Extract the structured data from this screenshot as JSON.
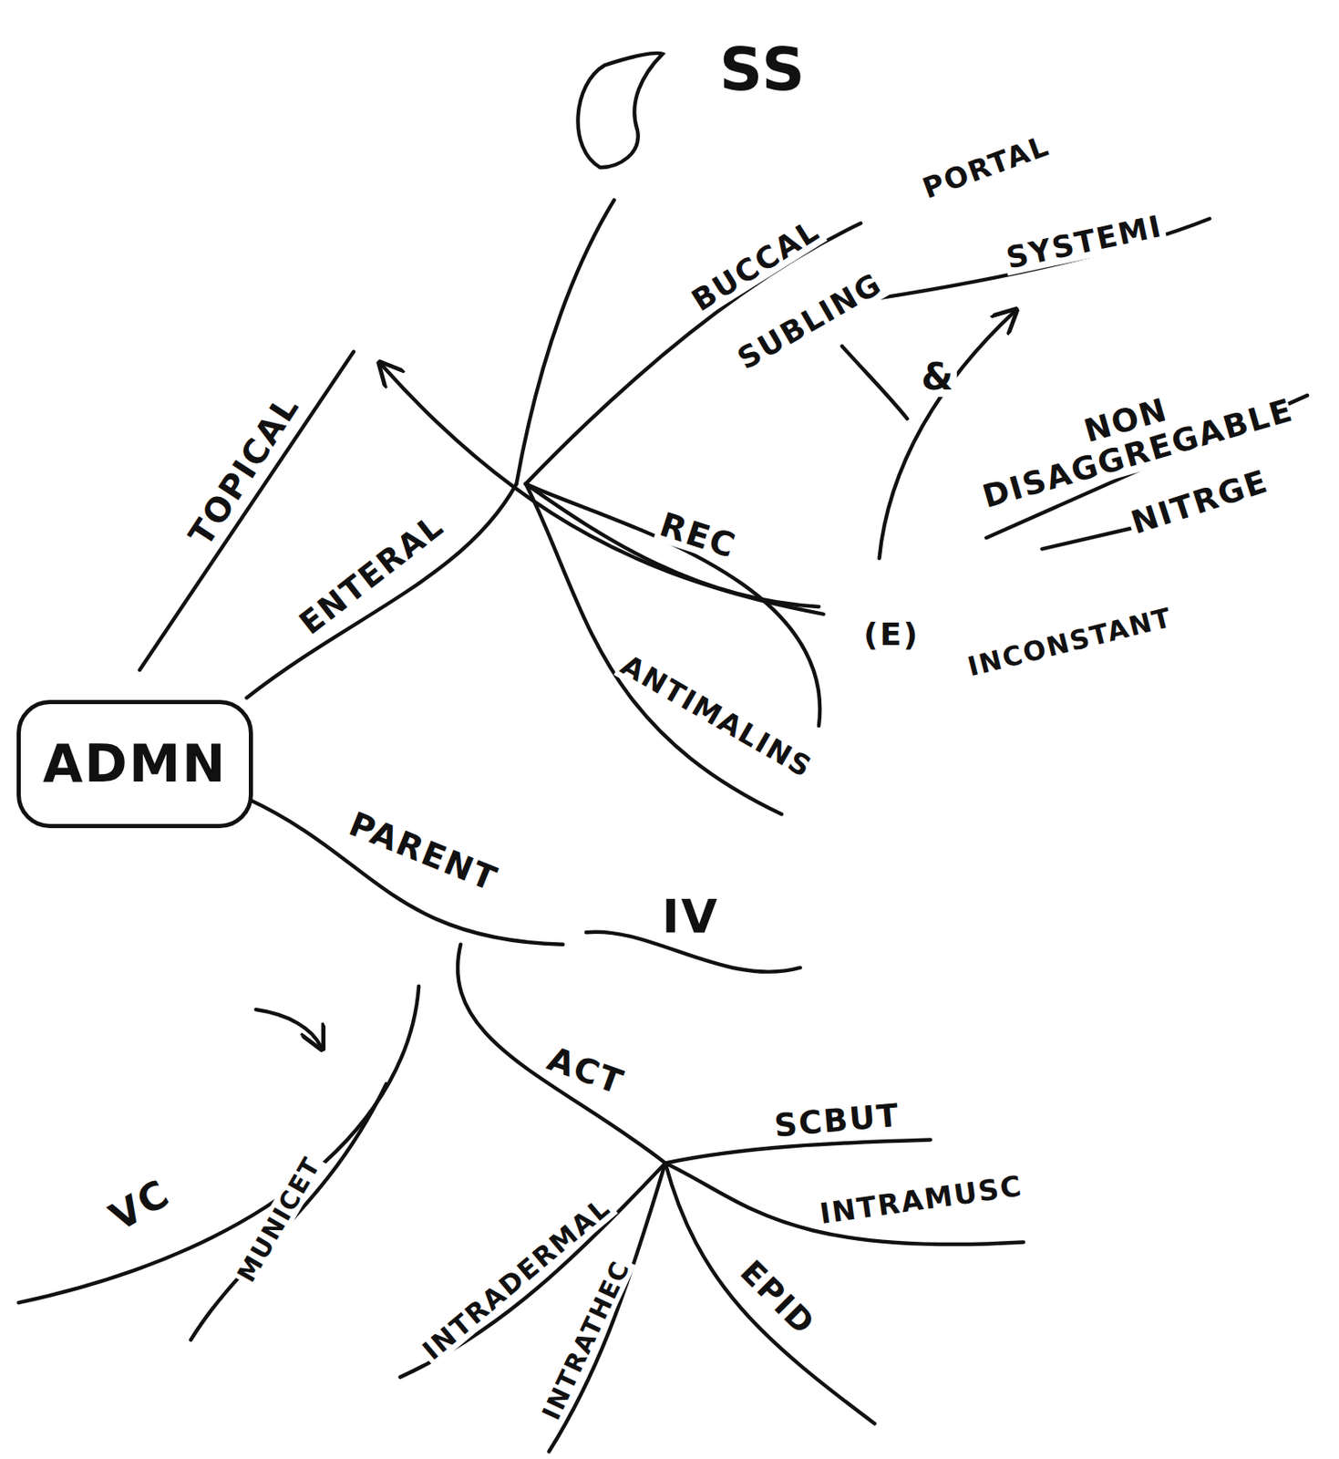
{
  "diagram": {
    "nodes": [
      {
        "text": [
          "ADMN"
        ]
      }
    ],
    "labels": [
      "TOPICAL",
      "ENTERAL",
      "SS",
      "BUCCAL",
      "PORTAL",
      "SUBLING",
      "SYSTEMI",
      "&",
      "NON DISAGGREGABLE",
      "NITRGE",
      "REC",
      "(E)",
      "INCONSTANT",
      "ANTIMALINS",
      "PARENT",
      "IV",
      "ACT",
      "SCBUT",
      "INTRAMUSC",
      "EPID",
      "INTRADERMAL",
      "INTRATHEC",
      "VC",
      "MUNICET"
    ]
  }
}
